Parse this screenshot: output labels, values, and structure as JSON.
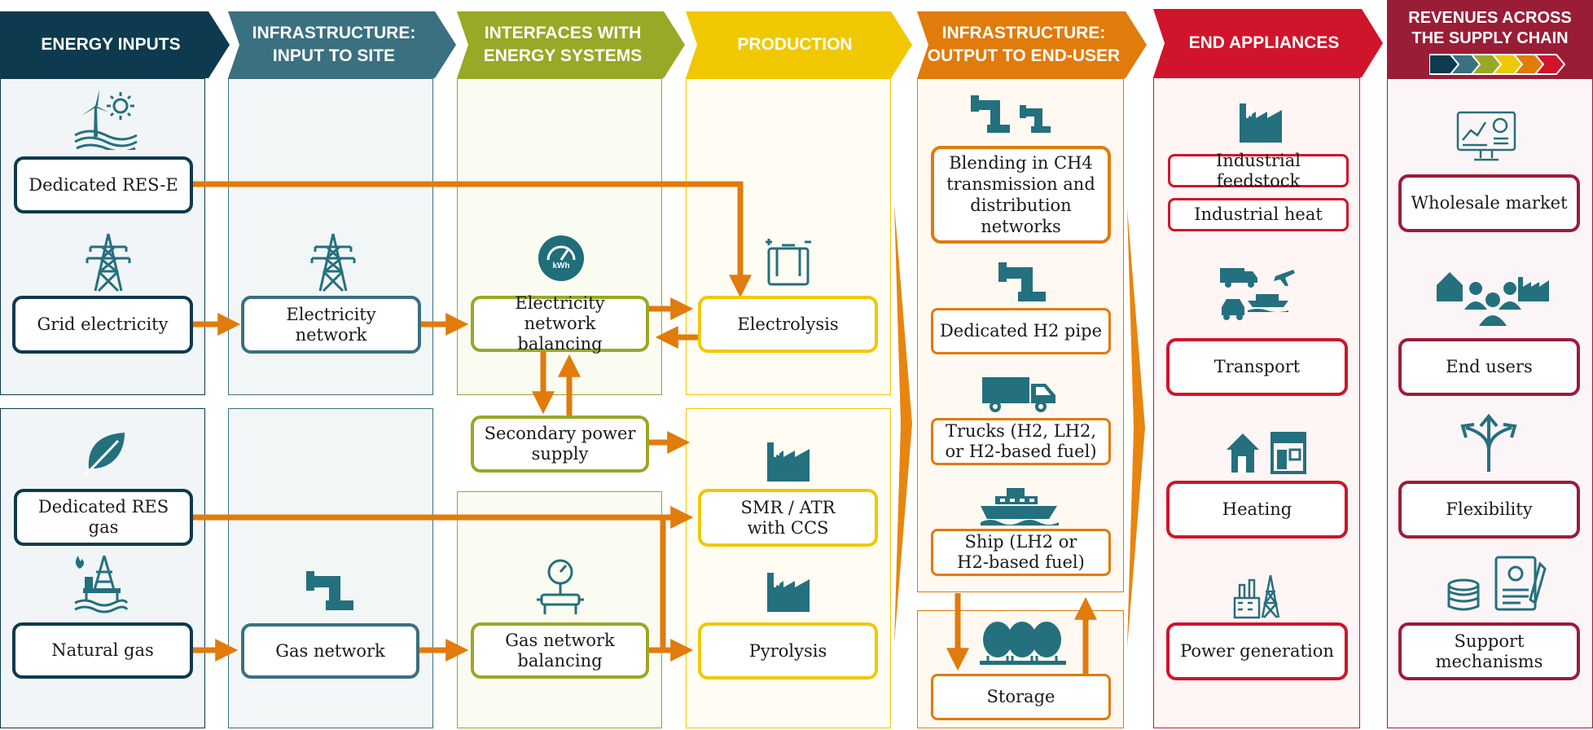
{
  "headers": {
    "energy_inputs": "ENERGY INPUTS",
    "infra_input_l1": "INFRASTRUCTURE:",
    "infra_input_l2": "INPUT TO SITE",
    "interfaces_l1": "INTERFACES WITH",
    "interfaces_l2": "ENERGY SYSTEMS",
    "production": "PRODUCTION",
    "infra_output_l1": "INFRASTRUCTURE:",
    "infra_output_l2": "OUTPUT TO END-USER",
    "end_appliances": "END APPLIANCES",
    "revenues_l1": "REVENUES ACROSS",
    "revenues_l2": "THE SUPPLY CHAIN"
  },
  "boxes": {
    "dedicated_res_e": "Dedicated RES-E",
    "grid_electricity": "Grid electricity",
    "dedicated_res_gas": "Dedicated RES gas",
    "natural_gas": "Natural gas",
    "electricity_network": "Electricity network",
    "gas_network": "Gas network",
    "elec_balancing_l1": "Electricity network",
    "elec_balancing_l2": "balancing",
    "secondary_l1": "Secondary power",
    "secondary_l2": "supply",
    "gas_balancing_l1": "Gas network",
    "gas_balancing_l2": "balancing",
    "electrolysis": "Electrolysis",
    "smr_l1": "SMR / ATR",
    "smr_l2": "with CCS",
    "pyrolysis": "Pyrolysis",
    "blending_l1": "Blending in CH4",
    "blending_l2": "transmission and",
    "blending_l3": "distribution",
    "blending_l4": "networks",
    "h2_pipe": "Dedicated H2 pipe",
    "trucks_l1": "Trucks (H2, LH2,",
    "trucks_l2": "or H2-based fuel)",
    "ship_l1": "Ship (LH2 or",
    "ship_l2": "H2-based fuel)",
    "storage": "Storage",
    "industrial_feedstock": "Industrial feedstock",
    "industrial_heat": "Industrial heat",
    "transport": "Transport",
    "heating": "Heating",
    "power_generation": "Power generation",
    "wholesale_market": "Wholesale market",
    "end_users": "End users",
    "flexibility": "Flexibility",
    "support_l1": "Support",
    "support_l2": "mechanisms"
  },
  "icons": {
    "kwh_label": "kWh"
  },
  "colors": {
    "energy_inputs": "#0d3a4e",
    "infra_input": "#3a7080",
    "interfaces": "#99a826",
    "production": "#f0c800",
    "infra_output": "#e07b0c",
    "end_appliances": "#d0142b",
    "revenues": "#9a1d38",
    "arrow": "#e07b0c"
  }
}
